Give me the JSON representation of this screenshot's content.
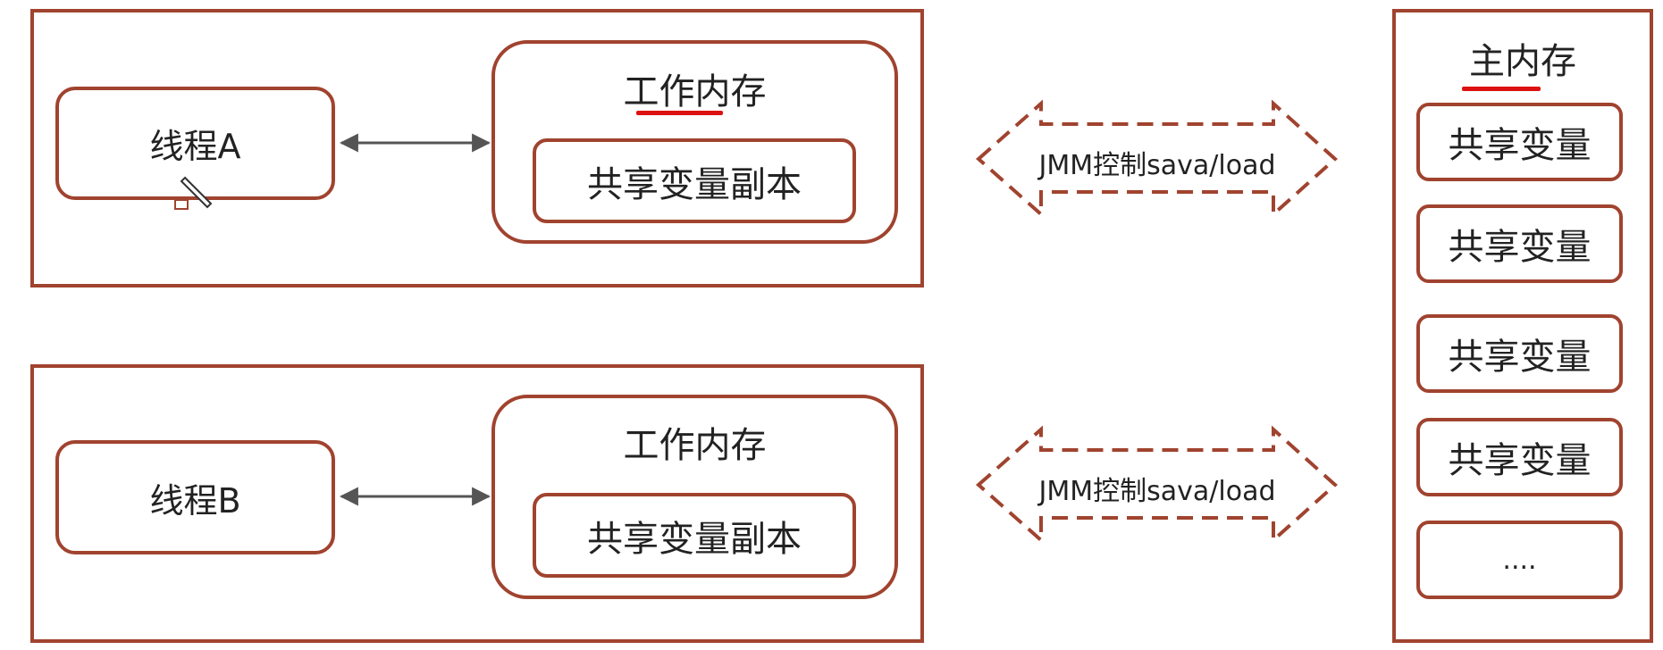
{
  "threads": [
    {
      "thread_label": "线程A",
      "work_memory_title": "工作内存",
      "copy_label": "共享变量副本",
      "jmm_label": "JMM控制sava/load"
    },
    {
      "thread_label": "线程B",
      "work_memory_title": "工作内存",
      "copy_label": "共享变量副本",
      "jmm_label": "JMM控制sava/load"
    }
  ],
  "main_memory": {
    "title": "主内存",
    "variables": [
      "共享变量",
      "共享变量",
      "共享变量",
      "共享变量",
      "...."
    ]
  },
  "colors": {
    "border": "#a0432f",
    "underline": "#dd1111",
    "arrow": "#555555"
  },
  "icons": [
    "pencil-cursor-icon"
  ]
}
